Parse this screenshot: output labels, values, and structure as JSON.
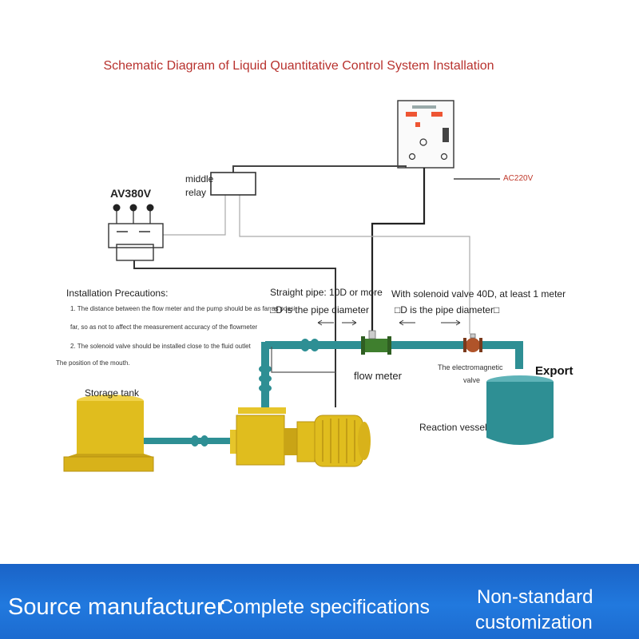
{
  "title": "Schematic Diagram of Liquid Quantitative Control System Installation",
  "labels": {
    "ac_power": "AC220V",
    "av_power": "AV380V",
    "relay_line1": "middle",
    "relay_line2": "relay",
    "flow_meter": "flow meter",
    "solenoid_line1": "The electromagnetic",
    "solenoid_line2": "valve",
    "export": "Export",
    "reaction_vessel": "Reaction vessel",
    "storage_tank": "Storage tank"
  },
  "straight_pipe": {
    "line1": "Straight pipe: 10D or more",
    "line2": "□D is the pipe diameter"
  },
  "solenoid_pipe": {
    "line1": "With solenoid valve 40D, at least 1 meter",
    "line2": "□D is the pipe diameter□"
  },
  "precautions": {
    "heading": "Installation Precautions:",
    "line1": "1. The distance between the flow meter and the pump should be as far as possi",
    "line2": "far, so as not to affect the measurement accuracy of the flowmeter",
    "line3": "2. The solenoid valve should be installed close to the fluid outlet",
    "line4": "The position of the mouth."
  },
  "banner": {
    "item1": "Source manufacturer",
    "item2": "Complete specifications",
    "item3_line1": "Non-standard",
    "item3_line2": "customization"
  },
  "colors": {
    "pipe": "#2e8f94",
    "tank": "#e0bd1e",
    "vessel": "#2e8f94",
    "flow_meter": "#3f7f2e",
    "valve": "#b0542a",
    "title": "#b8322e",
    "banner": "#1f72d8"
  }
}
